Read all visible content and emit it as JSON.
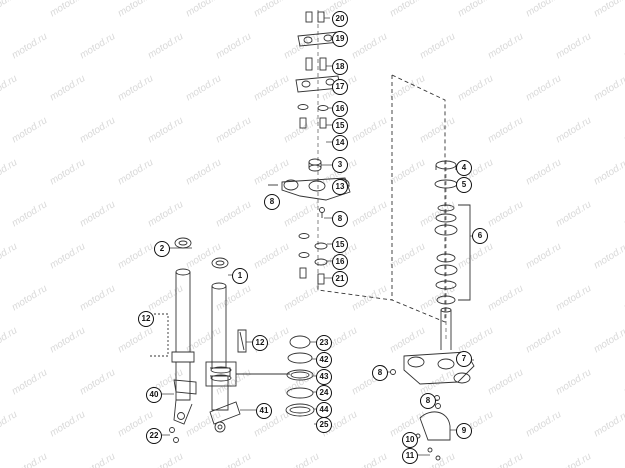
{
  "watermark": {
    "text": "motod.ru"
  },
  "diagram": {
    "callouts": [
      "20",
      "19",
      "18",
      "17",
      "16",
      "15",
      "14",
      "3",
      "13",
      "8",
      "8",
      "15",
      "16",
      "21",
      "2",
      "1",
      "12",
      "12",
      "23",
      "42",
      "43",
      "24",
      "44",
      "25",
      "40",
      "41",
      "22",
      "4",
      "5",
      "6",
      "7",
      "8",
      "8",
      "9",
      "10",
      "11"
    ]
  },
  "colors": {
    "line": "#333333",
    "callout_border": "#111111",
    "watermark": "#d9d9d9"
  }
}
